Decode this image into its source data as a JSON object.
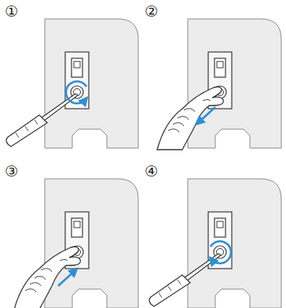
{
  "diagram": {
    "labels": [
      "①",
      "②",
      "③",
      "④"
    ]
  }
}
